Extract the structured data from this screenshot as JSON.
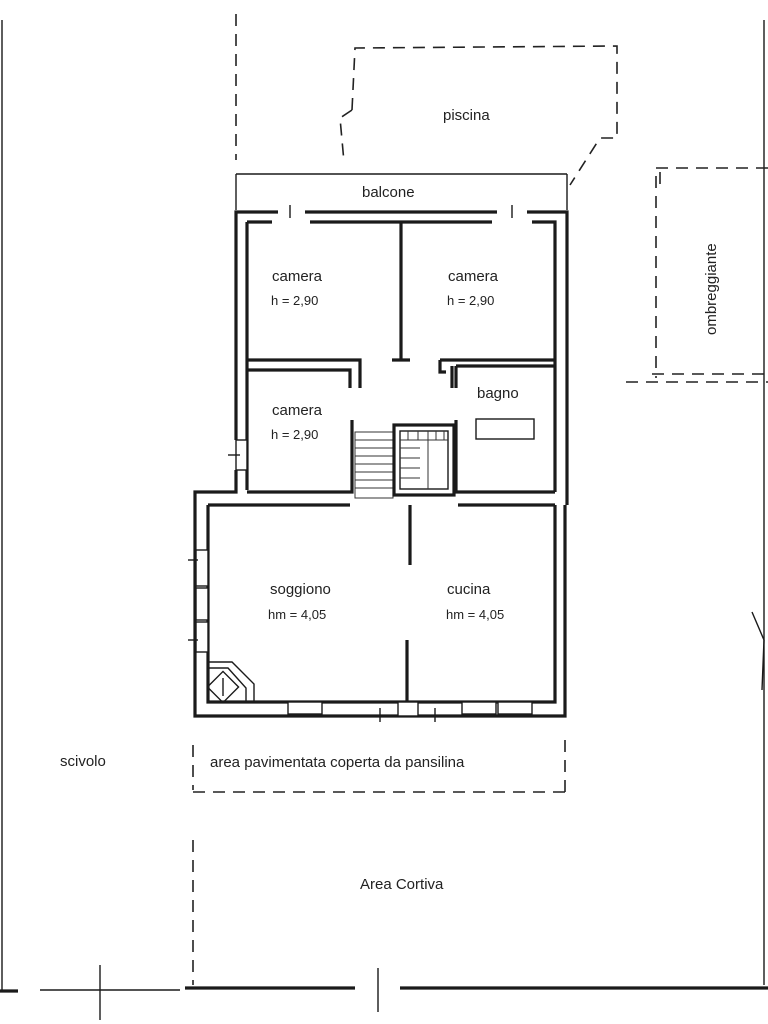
{
  "labels": {
    "piscina": "piscina",
    "balcone": "balcone",
    "ombreggiante": "ombreggiante",
    "camera1": "camera",
    "camera1_h": "h = 2,90",
    "camera2": "camera",
    "camera2_h": "h = 2,90",
    "camera3": "camera",
    "camera3_h": "h = 2,90",
    "bagno": "bagno",
    "soggiorno": "soggiono",
    "soggiorno_h": "hm = 4,05",
    "cucina": "cucina",
    "cucina_h": "hm = 4,05",
    "scivolo": "scivolo",
    "area_pavimentata": "area pavimentata coperta da pansilina",
    "area_cortiva": "Area Cortiva"
  }
}
